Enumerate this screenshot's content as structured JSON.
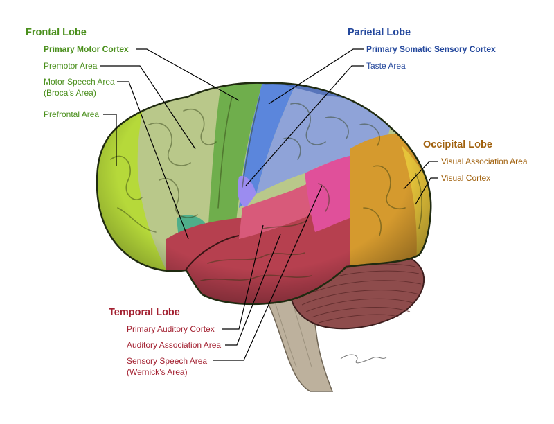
{
  "frontal": {
    "title": "Frontal Lobe",
    "primary_motor": "Primary Motor Cortex",
    "premotor": "Premotor Area",
    "motor_speech_1": "Motor Speech Area",
    "motor_speech_2": "(Broca’s Area)",
    "prefrontal": "Prefrontal Area",
    "color": "#4a8f1c"
  },
  "parietal": {
    "title": "Parietal Lobe",
    "somatic": "Primary Somatic Sensory Cortex",
    "taste": "Taste Area",
    "color": "#23479c"
  },
  "occipital": {
    "title": "Occipital Lobe",
    "visual_assoc": "Visual Association Area",
    "visual_cortex": "Visual Cortex",
    "color": "#a0600c"
  },
  "temporal": {
    "title": "Temporal Lobe",
    "auditory": "Primary Auditory Cortex",
    "auditory_assoc": "Auditory Association Area",
    "sensory_speech_1": "Sensory Speech Area",
    "sensory_speech_2": "(Wernick’s Area)",
    "color": "#a32131"
  },
  "region_colors": {
    "prefrontal": "#b6d93a",
    "premotor": "#b9c88a",
    "motor": "#6fae4c",
    "somatic": "#5b86dc",
    "parietal_assoc": "#8fa3d8",
    "taste": "#9b8cf0",
    "wernicke": "#e0509a",
    "auditory": "#d85a7a",
    "temporal": "#b6404f",
    "visual_assoc": "#d59a2e",
    "visual_cortex": "#e6c43a",
    "cerebellum": "#8e4a4a",
    "brainstem": "#b9ad9a",
    "broca": "#4fae8a"
  }
}
